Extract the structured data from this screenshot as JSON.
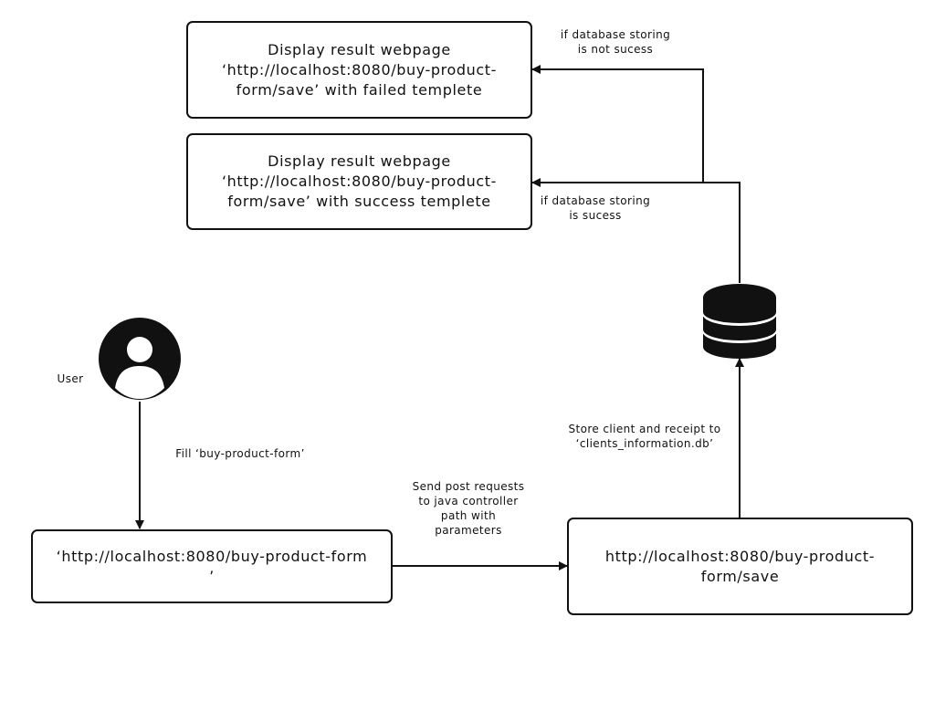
{
  "nodes": {
    "result_failed": "Display result webpage\n‘http://localhost:8080/buy-product-\nform/save’ with failed templete",
    "result_success": "Display result webpage\n‘http://localhost:8080/buy-product-\nform/save’ with success templete",
    "form_page": "‘http://localhost:8080/buy-product-form\n’",
    "save_endpoint": "http://localhost:8080/buy-product-\nform/save"
  },
  "actors": {
    "user": "User"
  },
  "edges": {
    "fill_form": "Fill ‘buy-product-form’",
    "send_post": "Send post requests\nto java controller\npath with\nparameters",
    "store_db": "Store client and receipt to\n‘clients_information.db’",
    "if_failed": "if database storing\nis not sucess",
    "if_success": "if database storing\nis sucess"
  },
  "icons": [
    "user-avatar-icon",
    "database-icon"
  ],
  "colors": {
    "stroke": "#111111",
    "background": "#ffffff"
  }
}
